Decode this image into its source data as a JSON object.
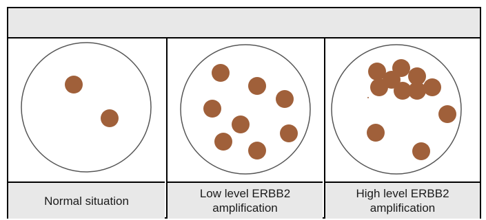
{
  "colors": {
    "dot": "#a0603a",
    "header_band": "#e8e8e8",
    "caption_band": "#e8e8e8",
    "circle_stroke": "#555555"
  },
  "panels": [
    {
      "caption": "Normal situation",
      "dot_count": 2
    },
    {
      "caption": "Low level ERBB2 amplification",
      "dot_count": 8
    },
    {
      "caption": "High level ERBB2 amplification",
      "dot_count": 12
    }
  ]
}
